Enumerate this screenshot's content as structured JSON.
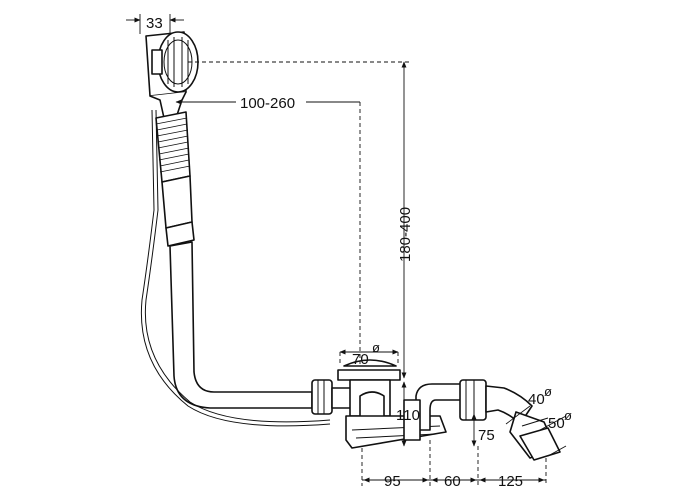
{
  "dimensions": {
    "overflow_offset": "33",
    "horizontal_reach": "100-260",
    "vertical_height": "180-400",
    "drain_diameter": "70",
    "trap_height": "110",
    "outlet_height": "75",
    "span_95": "95",
    "span_60": "60",
    "span_125": "125",
    "outlet_inner_diameter": "40",
    "outlet_outer_diameter": "50",
    "diameter_symbol": "ø"
  }
}
